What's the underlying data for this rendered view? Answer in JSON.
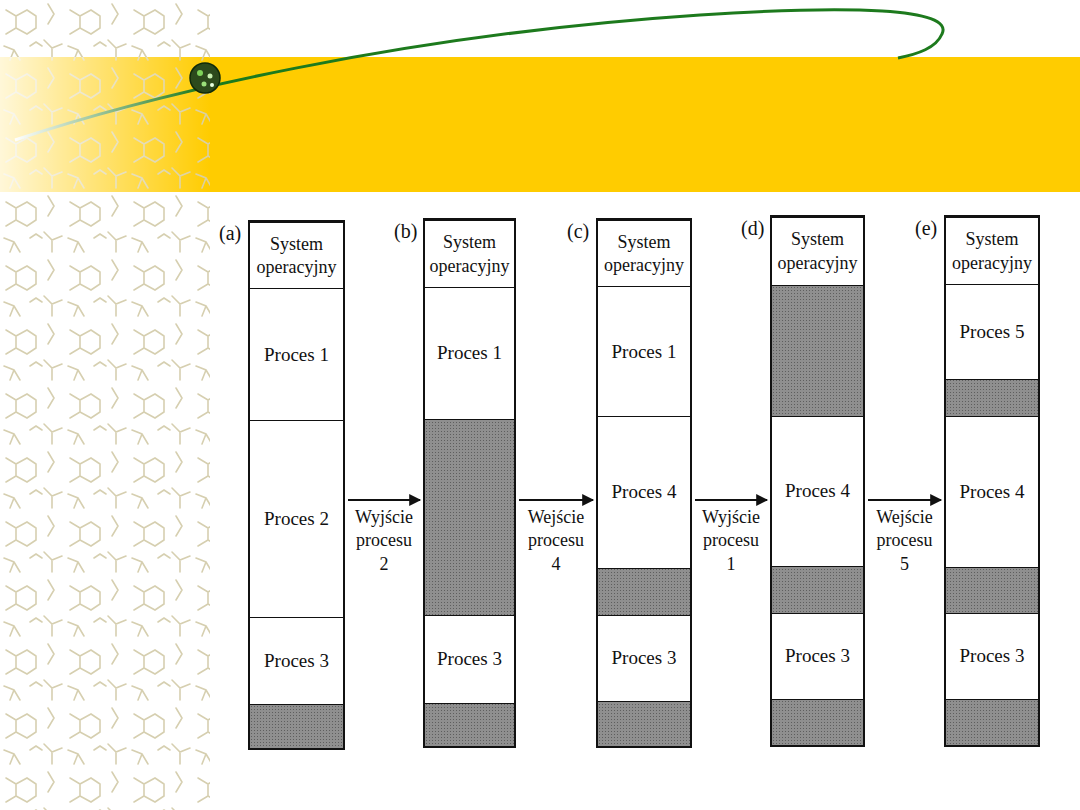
{
  "diagram": {
    "nodes": [
      {
        "text": [
          "(a)"
        ]
      },
      {
        "text": [
          "System operacyjny"
        ],
        "in": 0
      },
      {
        "text": [
          "Proces 1"
        ],
        "in": 0
      },
      {
        "text": [
          "Proces 2"
        ],
        "in": 0
      },
      {
        "text": [
          "Proces 3"
        ],
        "in": 0
      },
      {
        "text": [
          "(b)"
        ]
      },
      {
        "text": [
          "System operacyjny"
        ],
        "in": 5
      },
      {
        "text": [
          "Proces 1"
        ],
        "in": 5
      },
      {
        "text": [
          "Proces 3"
        ],
        "in": 5
      },
      {
        "text": [
          "(c)"
        ]
      },
      {
        "text": [
          "System operacyjny"
        ],
        "in": 9
      },
      {
        "text": [
          "Proces 1"
        ],
        "in": 9
      },
      {
        "text": [
          "Proces 4"
        ],
        "in": 9
      },
      {
        "text": [
          "Proces 3"
        ],
        "in": 9
      },
      {
        "text": [
          "(d)"
        ]
      },
      {
        "text": [
          "System operacyjny"
        ],
        "in": 14
      },
      {
        "text": [
          "Proces 4"
        ],
        "in": 14
      },
      {
        "text": [
          "Proces 3"
        ],
        "in": 14
      },
      {
        "text": [
          "(e)"
        ]
      },
      {
        "text": [
          "System operacyjny"
        ],
        "in": 18
      },
      {
        "text": [
          "Proces 5"
        ],
        "in": 18
      },
      {
        "text": [
          "Proces 4"
        ],
        "in": 18
      },
      {
        "text": [
          "Proces 3"
        ],
        "in": 18
      }
    ],
    "edges": [
      {
        "from": 0,
        "to": 5,
        "arrow": "to",
        "label": "Wyjście procesu 2"
      },
      {
        "from": 5,
        "to": 9,
        "arrow": "to",
        "label": "Wejście procesu 4"
      },
      {
        "from": 9,
        "to": 14,
        "arrow": "to",
        "label": "Wyjście procesu 1"
      },
      {
        "from": 14,
        "to": 18,
        "arrow": "to",
        "label": "Wejście procesu 5"
      }
    ]
  }
}
